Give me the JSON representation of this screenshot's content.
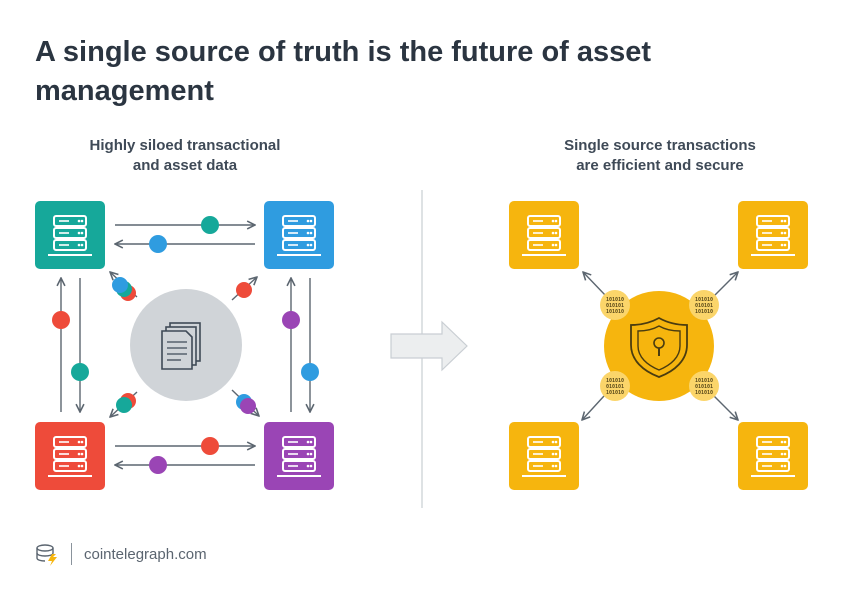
{
  "title": "A single source of truth is the future of asset management",
  "left_panel": {
    "heading": "Highly siloed transactional\nand asset data",
    "servers": [
      {
        "name": "server-top-left",
        "color": "#16a89a"
      },
      {
        "name": "server-top-right",
        "color": "#2f9ce0"
      },
      {
        "name": "server-bottom-left",
        "color": "#ee4b3a"
      },
      {
        "name": "server-bottom-right",
        "color": "#9a45b5"
      }
    ],
    "center_icon": "document-stack-icon"
  },
  "right_panel": {
    "heading": "Single source transactions\nare efficient and secure",
    "server_color": "#f6b50e",
    "center_icon": "shield-lock-icon",
    "binary_token_icon": "binary-data-icon"
  },
  "transition_icon": "right-arrow-icon",
  "footer": {
    "logo_icon": "cointelegraph-logo-icon",
    "brand": "cointelegraph.com"
  },
  "colors": {
    "teal": "#16a89a",
    "blue": "#2f9ce0",
    "red": "#ee4b3a",
    "purple": "#9a45b5",
    "yellow": "#f6b50e",
    "token_yellow": "#fbd56a",
    "arrow_gray": "#5c6670"
  }
}
